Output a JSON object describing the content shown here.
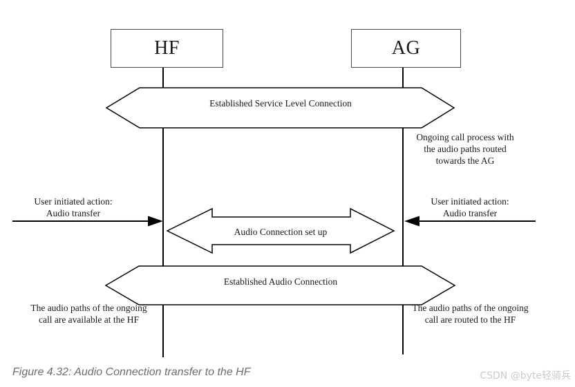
{
  "figure": {
    "caption": "Figure 4.32: Audio Connection transfer to the HF",
    "watermark": "CSDN @byte轻骑兵"
  },
  "actors": {
    "left": "HF",
    "right": "AG"
  },
  "events": {
    "service_level_connection": "Established Service Level Connection",
    "audio_connection_setup": "Audio Connection set up",
    "audio_connection_established": "Established Audio Connection"
  },
  "annotations": {
    "ongoing_call": "Ongoing call process with\nthe audio paths routed\ntowards the AG",
    "user_action_left": "User initiated action:\nAudio transfer",
    "user_action_right": "User initiated action:\nAudio transfer",
    "result_left": "The audio paths of the ongoing\ncall are available at the HF",
    "result_right": "The audio paths of the ongoing\ncall are routed to the HF"
  },
  "colors": {
    "line": "#000000",
    "text": "#17181c",
    "actor_border": "#4a4a4a",
    "caption": "#6a6d70",
    "watermark": "#c7cbd0",
    "background": "#ffffff"
  }
}
